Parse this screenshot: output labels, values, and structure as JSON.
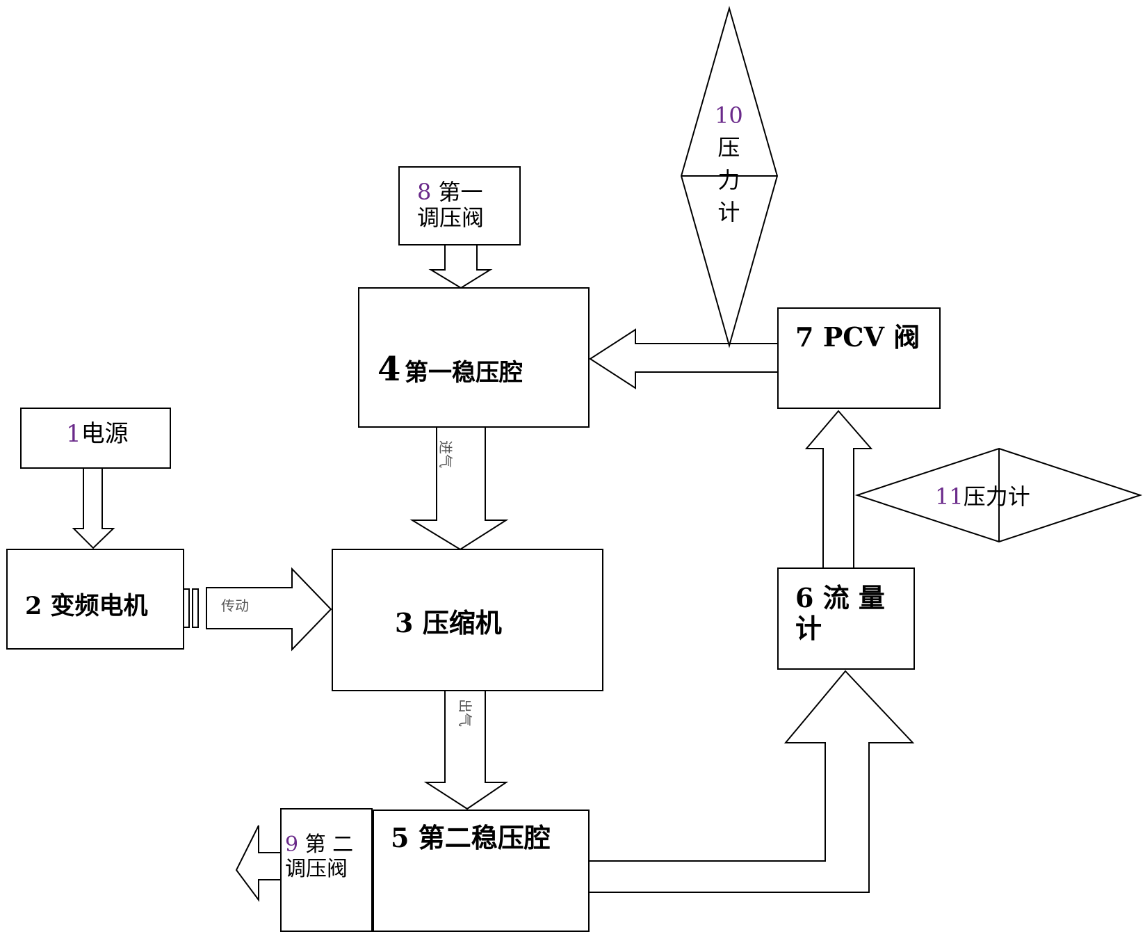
{
  "components": {
    "power_supply": {
      "num": "1",
      "name": "电源"
    },
    "vf_motor": {
      "num": "2",
      "name": "变频电机"
    },
    "compressor": {
      "num": "3",
      "name": "压缩机"
    },
    "stab_chamber_1": {
      "num": "4",
      "name": "第一稳压腔"
    },
    "stab_chamber_2": {
      "num": "5",
      "name": "第二稳压腔"
    },
    "flowmeter": {
      "num": "6",
      "name_1": "流 量",
      "name_2": "计"
    },
    "pcv_valve": {
      "num": "7",
      "name": "PCV 阀"
    },
    "reg_valve_1": {
      "num": "8",
      "name_1": "第一",
      "name_2": "调压阀"
    },
    "reg_valve_2": {
      "num": "9",
      "name_1": "第 二",
      "name_2": "调压阀"
    },
    "gauge_10": {
      "num": "10",
      "c1": "压",
      "c2": "力",
      "c3": "计"
    },
    "gauge_11": {
      "num": "11",
      "name": "压力计"
    }
  },
  "arrow_labels": {
    "transmission": "传动",
    "intake": "进气",
    "exhaust": "出气"
  }
}
